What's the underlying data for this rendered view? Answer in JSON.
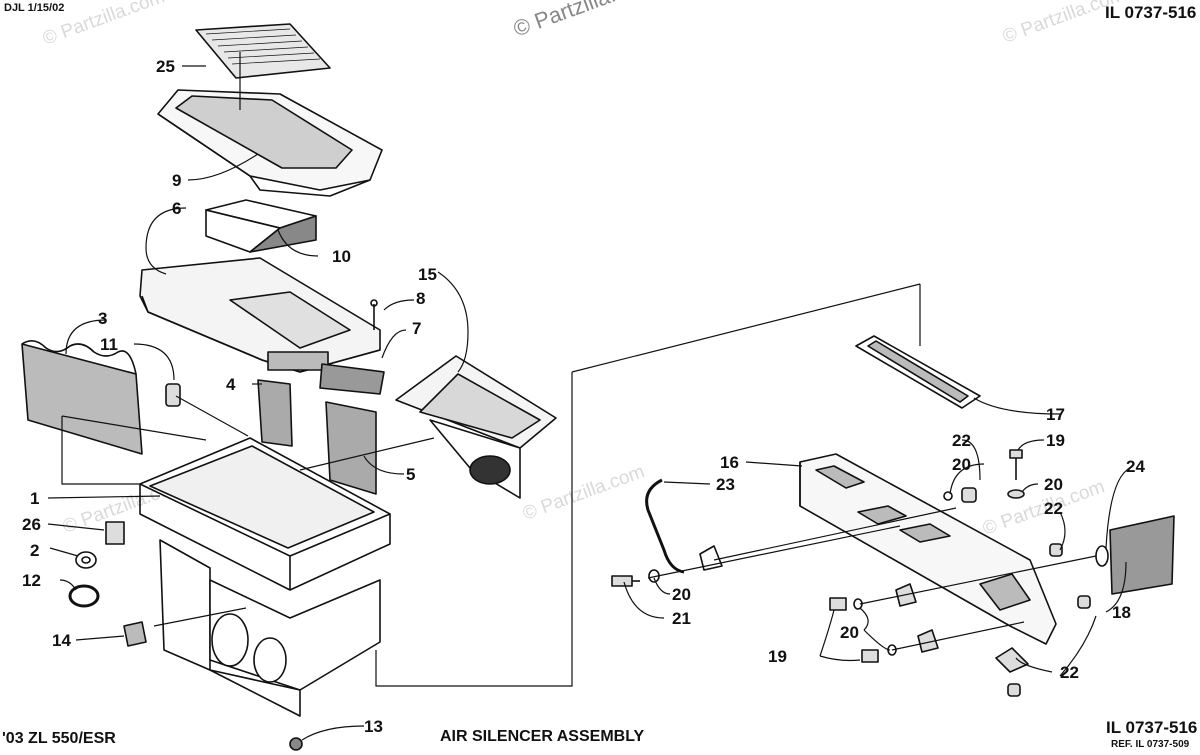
{
  "header": {
    "drawn_date": "DJL 1/15/02",
    "illustration_id_top": "IL 0737-516",
    "illustration_id_bottom": "IL 0737-516",
    "reference": "REF. IL 0737-509",
    "model": "'03 ZL 550/ESR",
    "title": "AIR SILENCER ASSEMBLY"
  },
  "watermarks": {
    "main": "© Partzilla.com",
    "faint": "© Partzilla.com"
  },
  "callouts": [
    {
      "id": "c25",
      "label": "25"
    },
    {
      "id": "c9",
      "label": "9"
    },
    {
      "id": "c6",
      "label": "6"
    },
    {
      "id": "c10",
      "label": "10"
    },
    {
      "id": "c15",
      "label": "15"
    },
    {
      "id": "c8",
      "label": "8"
    },
    {
      "id": "c7",
      "label": "7"
    },
    {
      "id": "c3",
      "label": "3"
    },
    {
      "id": "c11",
      "label": "11"
    },
    {
      "id": "c4",
      "label": "4"
    },
    {
      "id": "c5",
      "label": "5"
    },
    {
      "id": "c1",
      "label": "1"
    },
    {
      "id": "c26",
      "label": "26"
    },
    {
      "id": "c2",
      "label": "2"
    },
    {
      "id": "c12",
      "label": "12"
    },
    {
      "id": "c14",
      "label": "14"
    },
    {
      "id": "c13",
      "label": "13"
    },
    {
      "id": "c17",
      "label": "17"
    },
    {
      "id": "c22a",
      "label": "22"
    },
    {
      "id": "c19a",
      "label": "19"
    },
    {
      "id": "c20a",
      "label": "20"
    },
    {
      "id": "c16",
      "label": "16"
    },
    {
      "id": "c23",
      "label": "23"
    },
    {
      "id": "c20b",
      "label": "20"
    },
    {
      "id": "c22b",
      "label": "22"
    },
    {
      "id": "c24",
      "label": "24"
    },
    {
      "id": "c20c",
      "label": "20"
    },
    {
      "id": "c21",
      "label": "21"
    },
    {
      "id": "c18",
      "label": "18"
    },
    {
      "id": "c20d",
      "label": "20"
    },
    {
      "id": "c19b",
      "label": "19"
    },
    {
      "id": "c22c",
      "label": "22"
    }
  ]
}
